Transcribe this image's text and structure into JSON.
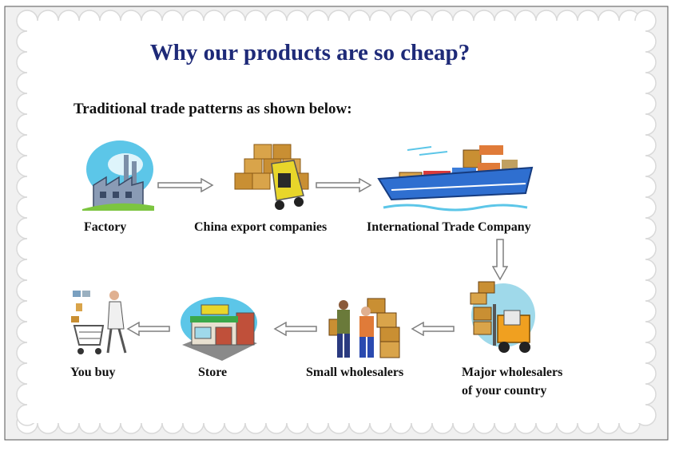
{
  "title": "Why our products are so cheap?",
  "subtitle": "Traditional trade patterns as shown below:",
  "steps": {
    "factory": "Factory",
    "export": "China export companies",
    "intl": "International Trade Company",
    "major_line1": "Major wholesalers",
    "major_line2": "of your country",
    "small": "Small wholesalers",
    "store": "Store",
    "you": "You buy"
  },
  "icons": {
    "factory": "factory-icon",
    "export": "cargo-boxes-icon",
    "intl": "cargo-ship-icon",
    "major": "forklift-icon",
    "small": "workers-with-boxes-icon",
    "store": "store-icon",
    "you": "shopping-cart-icon"
  },
  "colors": {
    "title": "#1e2a78",
    "frame": "#d9d9d9",
    "arrow": "#7f7f7f"
  }
}
